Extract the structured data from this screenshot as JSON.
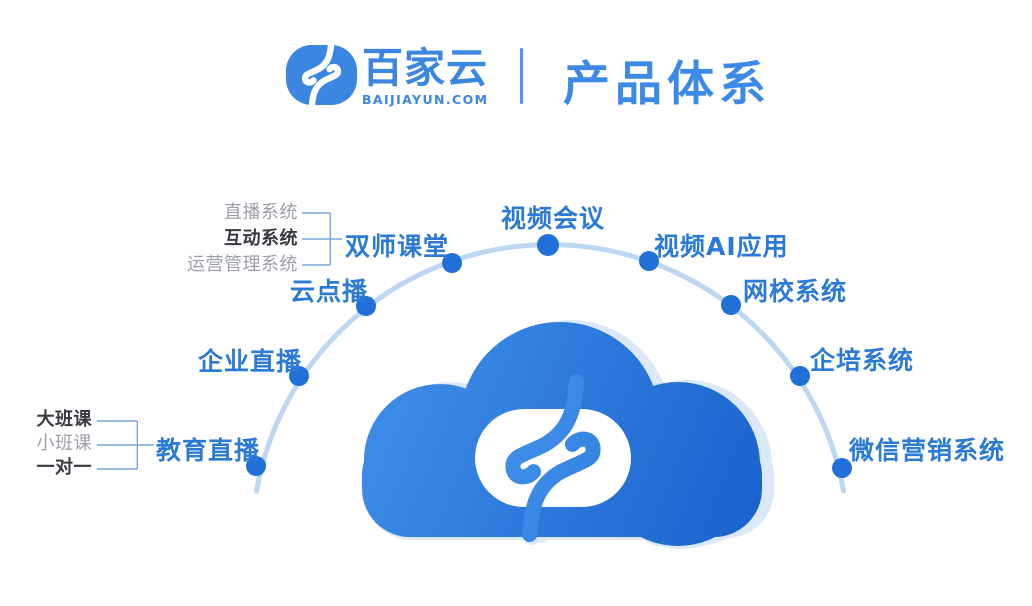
{
  "header": {
    "brand_name": "百家云",
    "brand_domain": "BAIJIAYUN.COM",
    "page_title": "产品体系"
  },
  "diagram": {
    "products": [
      {
        "id": "education-live",
        "label": "教育直播"
      },
      {
        "id": "enterprise-live",
        "label": "企业直播"
      },
      {
        "id": "cloud-vod",
        "label": "云点播"
      },
      {
        "id": "dual-teacher-class",
        "label": "双师课堂"
      },
      {
        "id": "video-conference",
        "label": "视频会议"
      },
      {
        "id": "video-ai",
        "label": "视频AI应用"
      },
      {
        "id": "online-school",
        "label": "网校系统"
      },
      {
        "id": "enterprise-training",
        "label": "企培系统"
      },
      {
        "id": "wechat-marketing",
        "label": "微信营销系统"
      }
    ],
    "dual_teacher_sublabels": [
      {
        "label": "直播系统"
      },
      {
        "label": "互动系统"
      },
      {
        "label": "运营管理系统"
      }
    ],
    "education_live_sublabels": [
      {
        "label": "大班课"
      },
      {
        "label": "小班课"
      },
      {
        "label": "一对一"
      }
    ]
  },
  "icons": {
    "brand_logo": "baijiayun-swirl-icon",
    "cloud": "cloud-shape"
  },
  "colors": {
    "brand_blue": "#3a86e0",
    "title_blue": "#3c89e8",
    "label_blue": "#2b7ad5",
    "dot_blue": "#2070d8",
    "arc_blue": "#bdd7f3",
    "connector_blue": "#7ba6dc",
    "sublabel_gray": "#9ba0a8",
    "sublabel_dark": "#363a40",
    "cloud_gradient_start": "#3f90ea",
    "cloud_gradient_end": "#1a62cc",
    "cloud_shadow": "#dbe8f8"
  }
}
